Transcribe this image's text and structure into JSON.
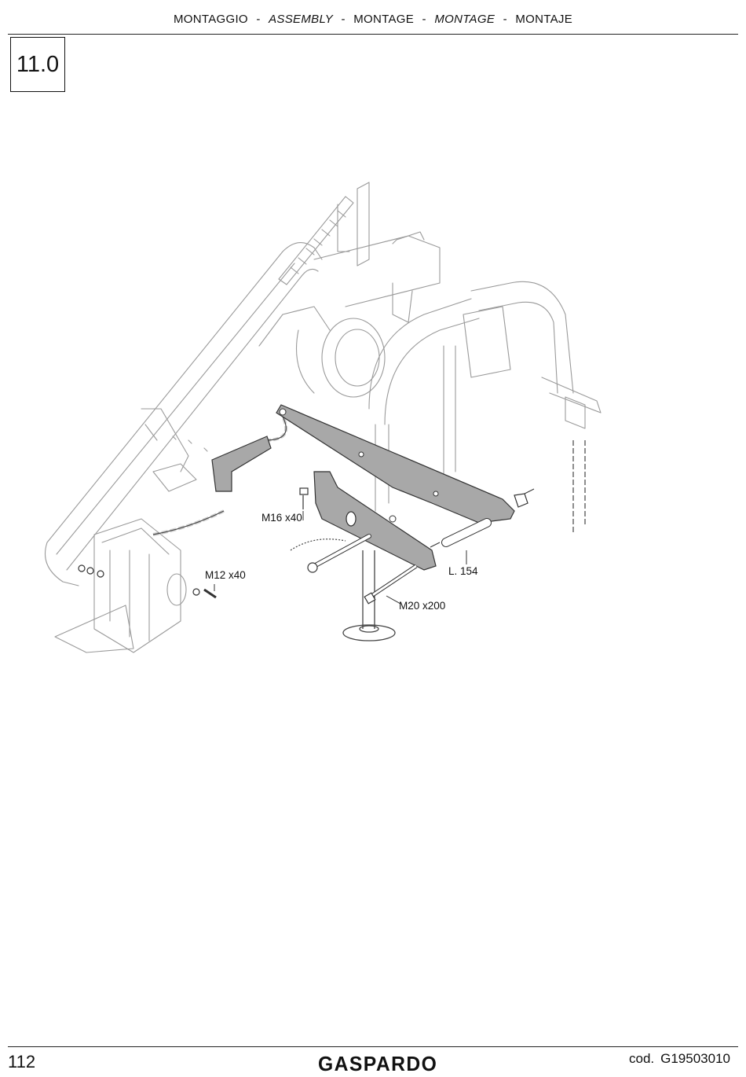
{
  "header": {
    "parts": [
      {
        "text": "MONTAGGIO",
        "italic": false
      },
      {
        "text": "ASSEMBLY",
        "italic": true
      },
      {
        "text": "MONTAGE",
        "italic": false
      },
      {
        "text": "MONTAGE",
        "italic": true
      },
      {
        "text": "MONTAJE",
        "italic": false
      }
    ],
    "separator": "-"
  },
  "section": "11.0",
  "callouts": {
    "m16": "M16 x40",
    "m12": "M12 x40",
    "l154": "L. 154",
    "m20": "M20 x200"
  },
  "footer": {
    "page": "112",
    "brand": "GASPARDO",
    "code_label": "cod.",
    "code_value": "G19503010"
  }
}
